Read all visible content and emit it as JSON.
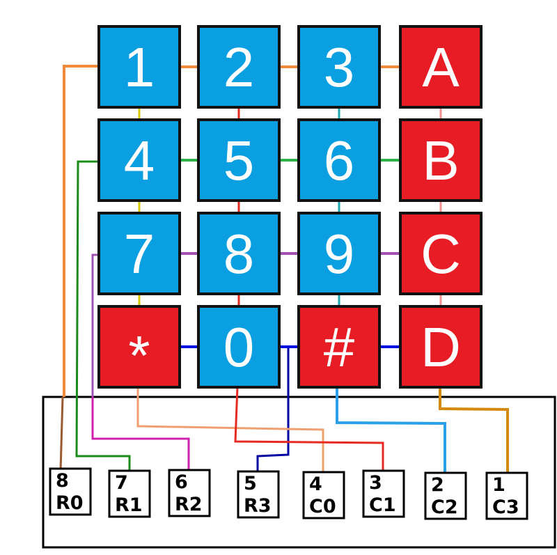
{
  "colors": {
    "blue_key": "#0a9fe0",
    "red_key": "#e81c24",
    "key_border": "#111111",
    "wire_row0": "#f08a3a",
    "wire_row1": "#2db34a",
    "wire_row2": "#a050b0",
    "wire_row3": "#0010e0",
    "wire_col0": "#d4c800",
    "wire_col1": "#e52a20",
    "wire_col2": "#1aa8b0",
    "wire_col3": "#f09090"
  },
  "keypad": {
    "rows": [
      [
        {
          "label": "1",
          "color": "blue"
        },
        {
          "label": "2",
          "color": "blue"
        },
        {
          "label": "3",
          "color": "blue"
        },
        {
          "label": "A",
          "color": "red"
        }
      ],
      [
        {
          "label": "4",
          "color": "blue"
        },
        {
          "label": "5",
          "color": "blue"
        },
        {
          "label": "6",
          "color": "blue"
        },
        {
          "label": "B",
          "color": "red"
        }
      ],
      [
        {
          "label": "7",
          "color": "blue"
        },
        {
          "label": "8",
          "color": "blue"
        },
        {
          "label": "9",
          "color": "blue"
        },
        {
          "label": "C",
          "color": "red"
        }
      ],
      [
        {
          "label": "*",
          "color": "red"
        },
        {
          "label": "0",
          "color": "blue"
        },
        {
          "label": "#",
          "color": "red"
        },
        {
          "label": "D",
          "color": "red"
        }
      ]
    ]
  },
  "connector": {
    "pins": [
      {
        "number": "8",
        "name": "R0"
      },
      {
        "number": "7",
        "name": "R1"
      },
      {
        "number": "6",
        "name": "R2"
      },
      {
        "number": "5",
        "name": "R3"
      },
      {
        "number": "4",
        "name": "C0"
      },
      {
        "number": "3",
        "name": "C1"
      },
      {
        "number": "2",
        "name": "C2"
      },
      {
        "number": "1",
        "name": "C3"
      }
    ]
  }
}
